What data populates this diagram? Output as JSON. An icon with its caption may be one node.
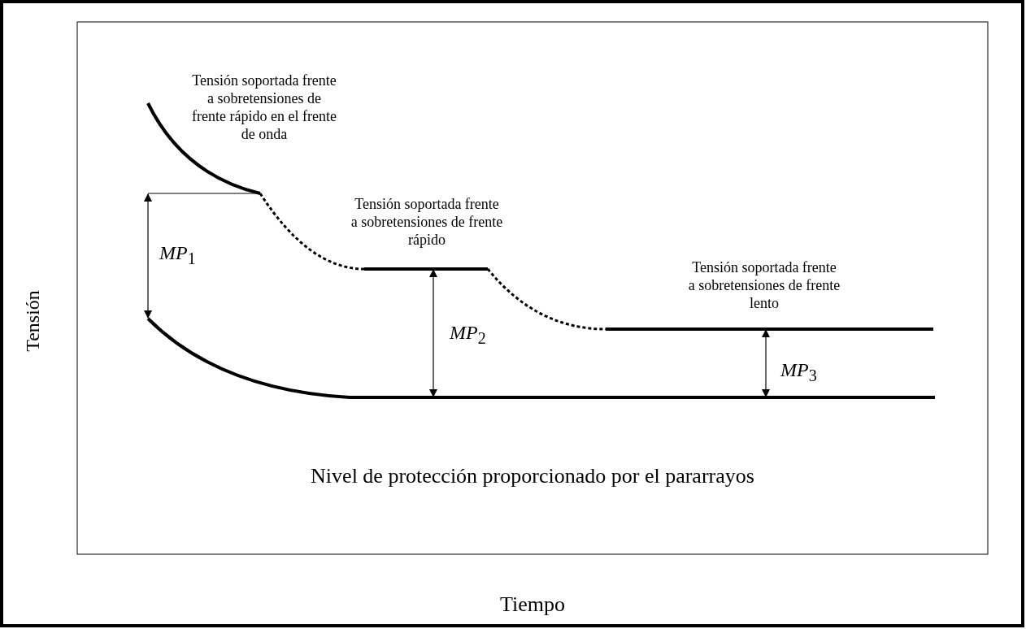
{
  "diagram": {
    "labels": [
      "Tensión soportada frente a sobretensiones de frente rápido en el frente de onda",
      "Tensión soportada frente a sobretensiones de frente rápido",
      "*MP*$_{1}$",
      "Tensión soportada frente a sobretensiones de frente lento",
      "*MP*$_{2}$",
      "*MP*$_{3}$",
      "Nivel de protección proporcionado por el pararrayos",
      "Tensión",
      "Tiempo"
    ]
  }
}
